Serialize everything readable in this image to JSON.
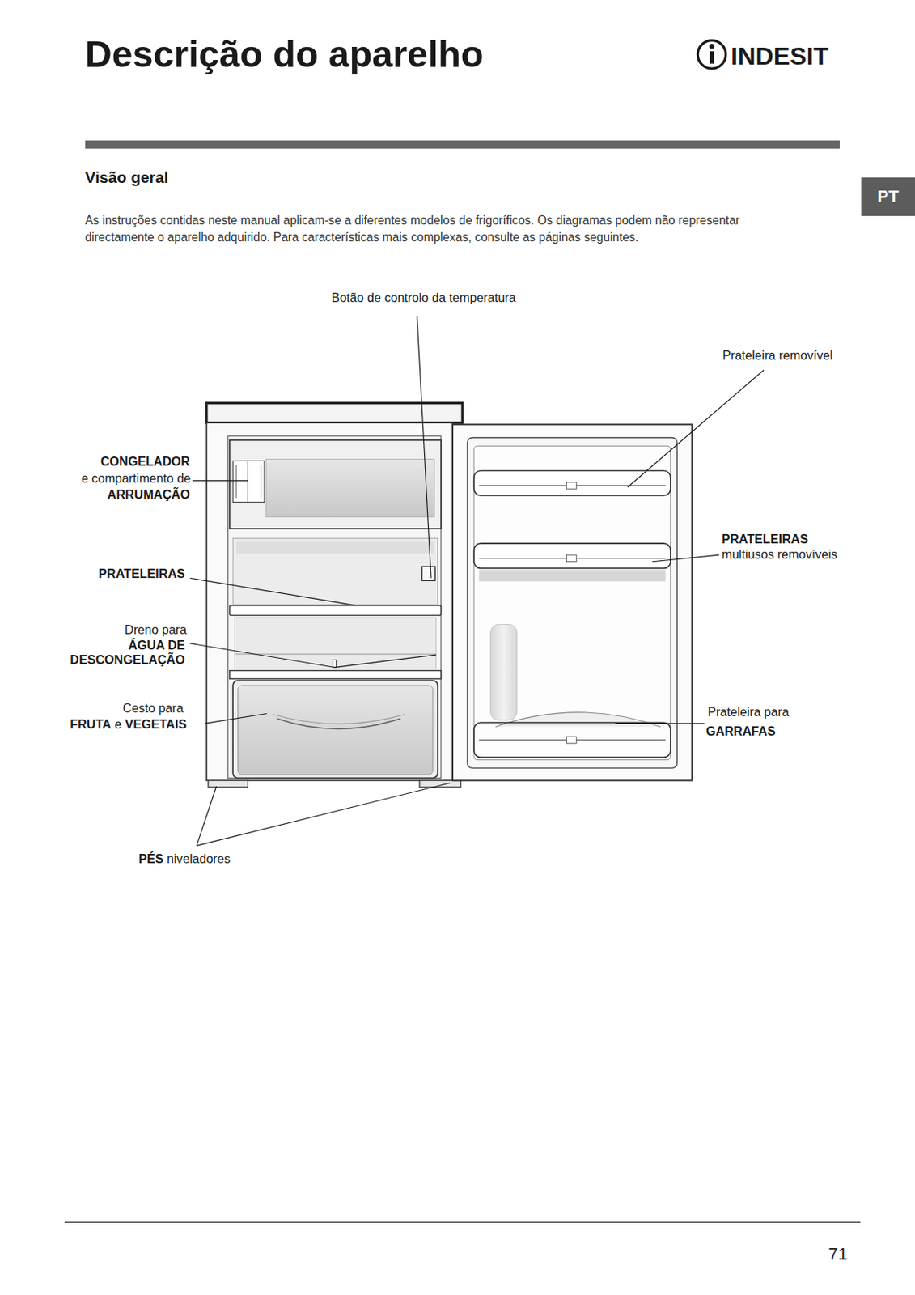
{
  "diagram": {
    "title": "Descrição do aparelho",
    "nodes": [
      {
        "text": [
          "PT"
        ]
      }
    ],
    "labels": [
      "INDESIT",
      "Visão geral",
      "As instruções contidas neste manual aplicam-se a diferentes modelos de frigoríficos. Os diagramas podem não representar directamente o aparelho adquirido. Para características mais complexas, consulte as páginas seguintes.",
      "Botão de controlo da temperatura",
      "Prateleira removível",
      "CONGELADOR",
      "e compartimento de",
      "ARRUMAÇÃO",
      "PRATELEIRAS",
      "PRATELEIRAS",
      "multiusos removíveis",
      "Dreno para",
      "ÁGUA DE DESCONGELAÇÃO",
      "Cesto para",
      "FRUTA",
      "e",
      "VEGETAIS",
      "Prateleira para",
      "GARRAFAS",
      "PÉS",
      "niveladores",
      "71"
    ]
  }
}
